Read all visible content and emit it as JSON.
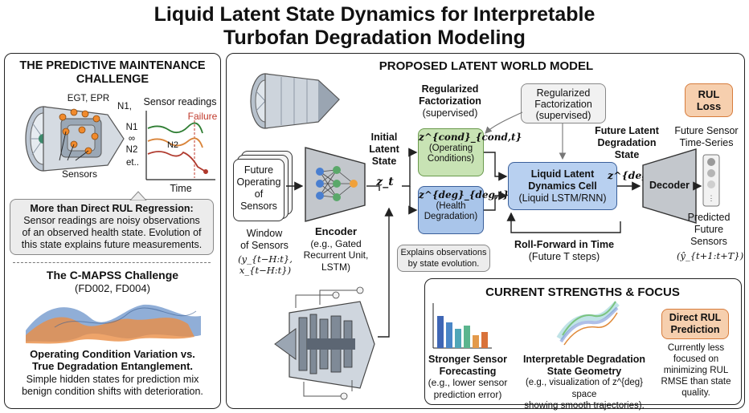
{
  "title": {
    "line1": "Liquid Latent State Dynamics for Interpretable",
    "line2": "Turbofan Degradation Modeling"
  },
  "left_panel": {
    "title_line1": "THE PREDICTIVE MAINTENANCE",
    "title_line2": "CHALLENGE",
    "engine_labels": {
      "egt_epr": "EGT, EPR",
      "n1_top": "N1,",
      "sensors": "Sensors"
    },
    "sensor_plot": {
      "title": "Sensor readings",
      "failure": "Failure",
      "n1": "N1",
      "n2_curve": "N2",
      "infinity": "∞",
      "n2": "N2",
      "etc": "et..",
      "time": "Time"
    },
    "callout": {
      "heading": "More than Direct RUL Regression:",
      "line1": "Sensor readings are noisy observations",
      "line2": "of an observed health state. Evolution of",
      "line3": "this state explains future measurements."
    },
    "cmapss": {
      "heading": "The C-MAPSS Challenge",
      "subsets": "(FD002, FD004)"
    },
    "entanglement": {
      "heading1": "Operating Condition Variation vs.",
      "heading2": "True Degradation Entanglement.",
      "line1": "Simple hidden states for prediction mix",
      "line2": "benign condition shifts with deterioration."
    }
  },
  "main_panel": {
    "title": "PROPOSED LATENT WORLD MODEL",
    "input_stack": {
      "line1": "Future",
      "line2": "Operating",
      "line3": "of",
      "line4": "Sensors"
    },
    "window": {
      "line1": "Window",
      "line2": "of Sensors",
      "math": "(y_{t−H:t}, x_{t−H:t})"
    },
    "encoder": {
      "title": "Encoder",
      "line1": "(e.g., Gated",
      "line2": "Recurrent Unit,",
      "line3": "LSTM)"
    },
    "initial_state": {
      "line1": "Initial",
      "line2": "Latent",
      "line3": "State",
      "symbol": "z_t"
    },
    "reg_left": {
      "line1": "Regularized",
      "line2": "Factorization",
      "line3": "(supervised)"
    },
    "reg_right": {
      "line1": "Regularized",
      "line2": "Factorization",
      "line3": "(supervised)"
    },
    "cond_box": {
      "symbol": "z^{cond}_{cond,t}",
      "line1": "(Operating",
      "line2": "Conditions)"
    },
    "deg_box": {
      "symbol": "z^{deg}_{deg,t}",
      "line1": "(Health",
      "line2": "Degradation)"
    },
    "explain": {
      "line1": "Explains observations",
      "line2": "by state evolution."
    },
    "liquid_cell": {
      "line1": "Liquid Latent",
      "line2": "Dynamics Cell",
      "line3": "(Liquid LSTM/RNN)"
    },
    "rollforward": {
      "title": "Roll-Forward in Time",
      "sub": "(Future T steps)"
    },
    "future_state": {
      "line1": "Future Latent",
      "line2": "Degradation",
      "line3": "State",
      "symbol": "z^{deg}_{t+t}"
    },
    "decoder": "Decoder",
    "rul_loss": {
      "line1": "RUL",
      "line2": "Loss"
    },
    "future_sensor": {
      "line1": "Future Sensor",
      "line2": "Time-Series"
    },
    "predicted": {
      "line1": "Predicted",
      "line2": "Future",
      "line3": "Sensors",
      "math": "(ŷ_{t+1:t+T})"
    }
  },
  "strengths_panel": {
    "title": "CURRENT STRENGTHS & FOCUS",
    "forecasting": {
      "line1": "Stronger Sensor",
      "line2": "Forecasting",
      "line3": "(e.g., lower sensor",
      "line4": "prediction error)"
    },
    "geometry": {
      "line1": "Interpretable Degradation",
      "line2": "State Geometry",
      "line3": "(e.g., visualization of z^{deg} space",
      "line4": "showing smooth trajectories)."
    },
    "direct_rul": {
      "line1": "Direct RUL",
      "line2": "Prediction"
    },
    "focus": {
      "line1": "Currently less",
      "line2": "focused on",
      "line3": "minimizing RUL",
      "line4": "RMSE than state",
      "line5": "quality."
    }
  },
  "colors": {
    "green_box": "#c8e3b4",
    "green_border": "#6a9a4d",
    "blue_box": "#a9c5ea",
    "blue_border": "#3a5f9a",
    "cell": "#b8d0f0",
    "orange_box": "#f6cfae",
    "orange_border": "#d77c3c",
    "failure": "#c0392b",
    "callout": "#ececec"
  },
  "icons": [
    "jet-engine-icon",
    "cutaway-engine-icon",
    "neural-network-icon",
    "bar-chart-icon",
    "trajectory-plot-icon",
    "sensor-vector-icon"
  ]
}
